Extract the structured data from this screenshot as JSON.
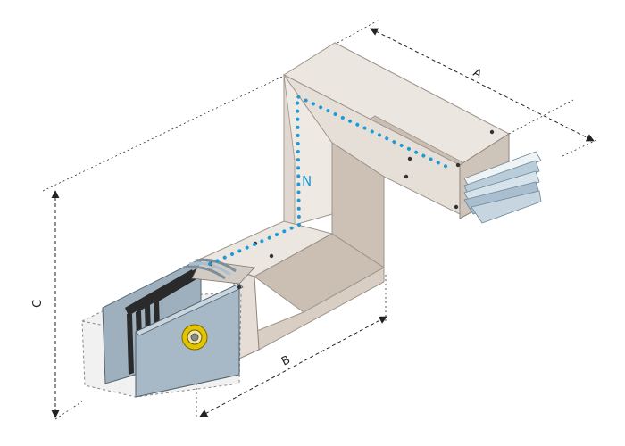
{
  "labels": {
    "a": "A",
    "b": "B",
    "c": "C",
    "n": "N"
  },
  "colors": {
    "housing_top": "#e9e3dd",
    "housing_side": "#d8cfc6",
    "housing_inner": "#c9bdb1",
    "busbar": "#a9bfcf",
    "plate": "#a7b9c6",
    "neutral_path": "#1e9ad6",
    "dimension_line": "#222222",
    "bolt_ring": "#e2c500"
  }
}
